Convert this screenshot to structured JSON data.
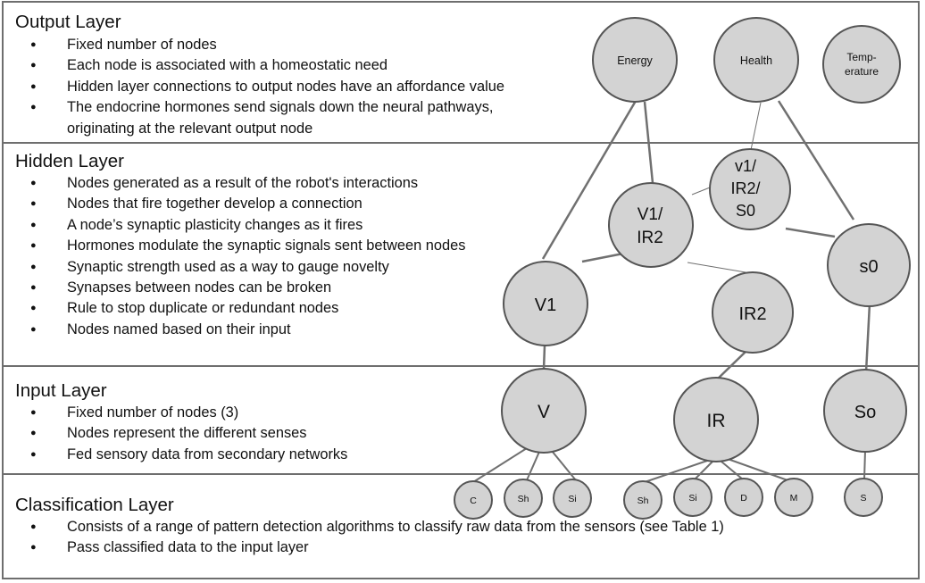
{
  "layers": {
    "output": {
      "title": "Output Layer",
      "bullets": [
        "Fixed number of nodes",
        "Each node is associated with a homeostatic need",
        "Hidden layer connections to output nodes have an affordance value",
        "The endocrine hormones send signals down the neural pathways,"
      ],
      "continuation": "originating at the relevant output node"
    },
    "hidden": {
      "title": "Hidden Layer",
      "bullets": [
        "Nodes generated as a result of the robot's interactions",
        "Nodes that fire together develop a connection",
        "A node’s synaptic plasticity changes as it fires",
        "Hormones modulate the synaptic signals sent between nodes",
        "Synaptic strength used as a way to gauge novelty",
        "Synapses between nodes can be broken",
        "Rule to stop duplicate or redundant nodes",
        "Nodes named based on their input"
      ]
    },
    "input": {
      "title": "Input Layer",
      "bullets": [
        "Fixed number of nodes (3)",
        "Nodes represent the different senses",
        "Fed sensory data from secondary networks"
      ]
    },
    "classification": {
      "title": "Classification Layer",
      "bullets": [
        "Consists of a range of pattern detection algorithms to classify raw data from the sensors (see Table 1)",
        "Pass classified data to the input layer"
      ]
    }
  },
  "nodes": {
    "energy": [
      "Energy"
    ],
    "health": [
      "Health"
    ],
    "temperature": [
      "Temp-",
      "erature"
    ],
    "v1_ir2_s0": [
      "v1/",
      "IR2/",
      "S0"
    ],
    "v1_ir2": [
      "V1/",
      "IR2"
    ],
    "s0": [
      "s0"
    ],
    "v1": [
      "V1"
    ],
    "ir2": [
      "IR2"
    ],
    "v": [
      "V"
    ],
    "ir": [
      "IR"
    ],
    "so": [
      "So"
    ],
    "c": [
      "C"
    ],
    "sh_v": [
      "Sh"
    ],
    "si_v": [
      "Si"
    ],
    "sh_ir": [
      "Sh"
    ],
    "si_ir": [
      "Si"
    ],
    "d": [
      "D"
    ],
    "m": [
      "M"
    ],
    "s": [
      "S"
    ]
  }
}
